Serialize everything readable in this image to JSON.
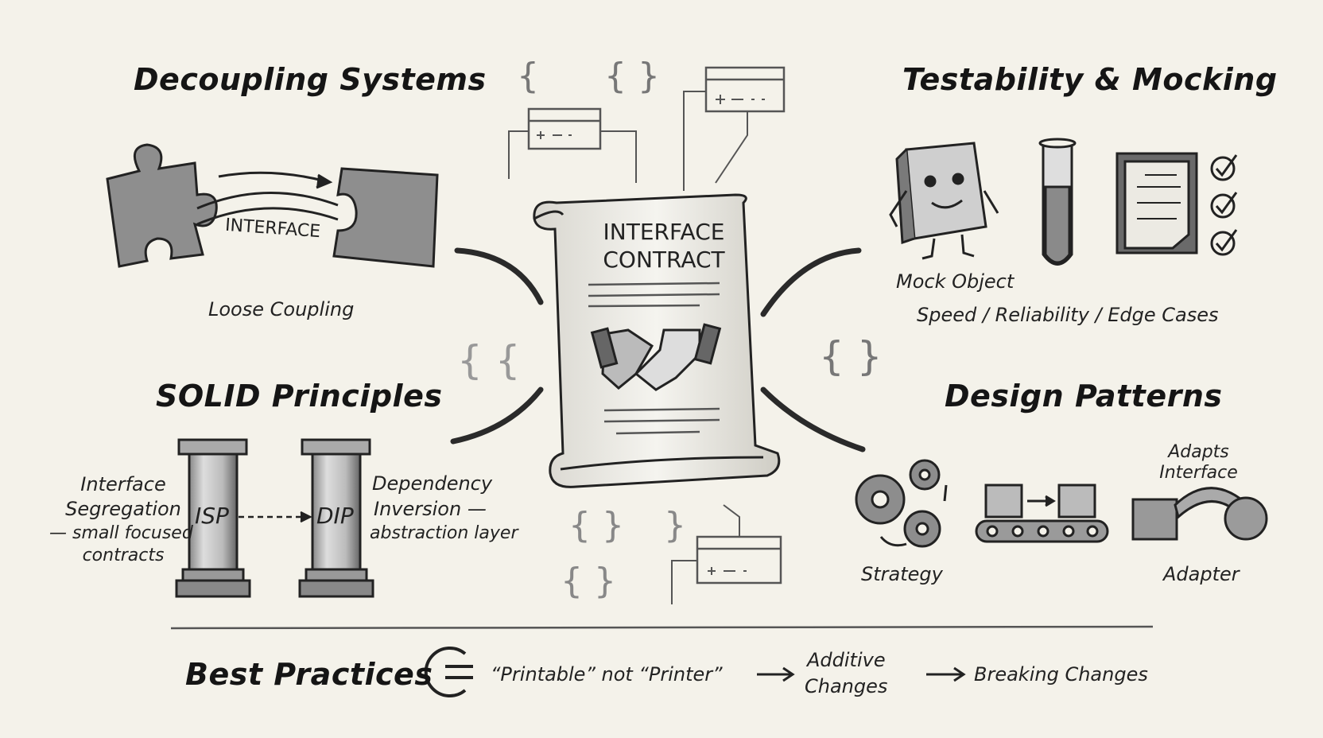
{
  "sections": {
    "decoupling": {
      "title": "Decoupling Systems",
      "bridge_label": "INTERFACE",
      "caption": "Loose Coupling"
    },
    "testability": {
      "title": "Testability & Mocking",
      "mock_label": "Mock Object",
      "caption": "Speed / Reliability / Edge Cases"
    },
    "solid": {
      "title": "SOLID Principles",
      "isp": "ISP",
      "dip": "DIP",
      "isp_desc": [
        "Interface",
        "Segregation",
        "— small focused",
        "contracts"
      ],
      "dip_desc": [
        "Dependency",
        "Inversion —",
        "abstraction layer"
      ]
    },
    "patterns": {
      "title": "Design Patterns",
      "strategy": "Strategy",
      "adapter": "Adapter",
      "adapter_note": [
        "Adapts",
        "Interface"
      ]
    }
  },
  "center": {
    "contract_title": [
      "INTERFACE",
      "CONTRACT"
    ]
  },
  "best_practices": {
    "title": "Best Practices",
    "naming": "“Printable” not “Printer”",
    "additive": [
      "Additive",
      "Changes"
    ],
    "breaking": "Breaking Changes"
  },
  "colors": {
    "background": "#f4f2ea",
    "ink": "#1c1c1c"
  }
}
